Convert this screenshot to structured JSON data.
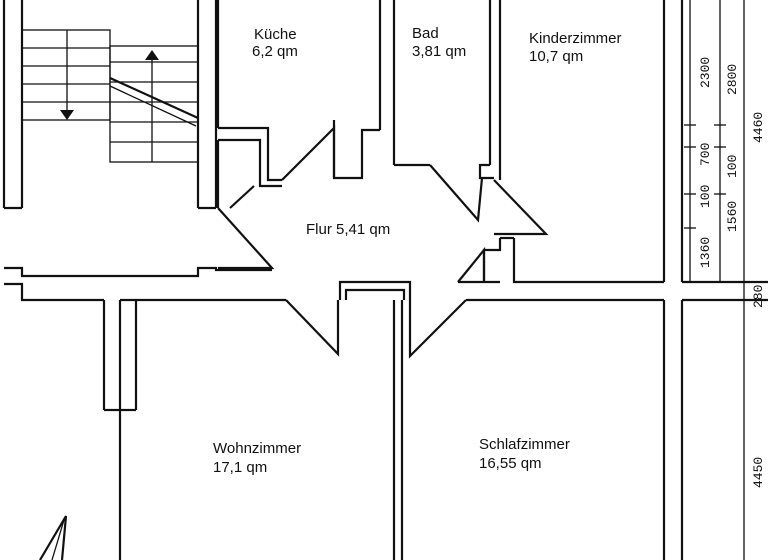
{
  "rooms": {
    "kueche": {
      "name": "Küche",
      "area": "6,2 qm"
    },
    "bad": {
      "name": "Bad",
      "area": "3,81 qm"
    },
    "kinderzimmer": {
      "name": "Kinderzimmer",
      "area": "10,7 qm"
    },
    "flur": {
      "label": "Flur 5,41 qm"
    },
    "wohnzimmer": {
      "name": "Wohnzimmer",
      "area": "17,1 qm"
    },
    "schlafzimmer": {
      "name": "Schlafzimmer",
      "area": "16,55 qm"
    }
  },
  "dimensions": {
    "inner": [
      "2300",
      "700",
      "100",
      "1360"
    ],
    "outer": [
      "2800",
      "100",
      "1560",
      "4460",
      "280",
      "4450"
    ]
  }
}
